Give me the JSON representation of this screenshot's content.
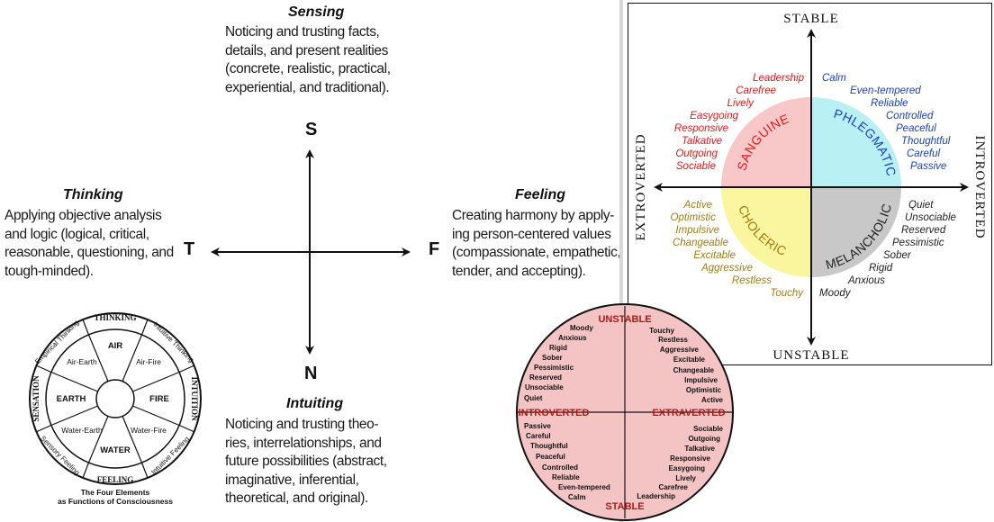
{
  "mbti": {
    "sensing": {
      "title": "Sensing",
      "lines": [
        "Noticing and trusting facts,",
        "details, and present realities",
        "(concrete, realistic, practical,",
        "experiential, and traditional)."
      ],
      "letter": "S"
    },
    "thinking": {
      "title": "Thinking",
      "lines": [
        "Applying objective analysis",
        "and logic (logical, critical,",
        "reasonable, questioning, and",
        "tough-minded)."
      ],
      "letter": "T"
    },
    "feeling": {
      "title": "Feeling",
      "lines": [
        "Creating harmony by apply-",
        "ing person-centered values",
        "(compassionate, empathetic,",
        "tender, and accepting)."
      ],
      "letter": "F"
    },
    "intuiting": {
      "title": "Intuiting",
      "lines": [
        "Noticing and trusting theo-",
        "ries, interrelationships, and",
        "future possibilities (abstract,",
        "imaginative, inferential,",
        "theoretical, and original)."
      ],
      "letter": "N"
    }
  },
  "elements_wheel": {
    "outer": [
      "THINKING",
      "INTUITION",
      "FEELING",
      "SENSATION"
    ],
    "diagonals": [
      "Empirical Thinking",
      "Intuitive Thinking",
      "Intuitive Feeling",
      "Sensory Feeling"
    ],
    "inner": [
      "AIR",
      "Air-Fire",
      "FIRE",
      "Water-Fire",
      "WATER",
      "Water-Earth",
      "EARTH",
      "Air-Earth"
    ],
    "caption": [
      "The Four Elements",
      "as Functions of Consciousness"
    ]
  },
  "temperament_quadrant": {
    "axis": {
      "top": "STABLE",
      "bottom": "UNSTABLE",
      "left": "EXTROVERTED",
      "right": "INTROVERTED"
    },
    "quadrants": {
      "sanguine": "SANGUINE",
      "phlegmatic": "PHLEGMATIC",
      "choleric": "CHOLERIC",
      "melancholic": "MELANCHOLIC"
    },
    "sanguine_traits": [
      "Leadership",
      "Carefree",
      "Lively",
      "Easygoing",
      "Responsive",
      "Talkative",
      "Outgoing",
      "Sociable"
    ],
    "phlegmatic_traits": [
      "Calm",
      "Even-tempered",
      "Reliable",
      "Controlled",
      "Peaceful",
      "Thoughtful",
      "Careful",
      "Passive"
    ],
    "choleric_traits": [
      "Active",
      "Optimistic",
      "Impulsive",
      "Changeable",
      "Excitable",
      "Aggressive",
      "Restless",
      "Touchy"
    ],
    "melancholic_traits": [
      "Quiet",
      "Unsociable",
      "Reserved",
      "Pessimistic",
      "Sober",
      "Rigid",
      "Anxious",
      "Moody"
    ],
    "colors": {
      "sanguine": "#f8c8c8",
      "phlegmatic": "#b8f0f4",
      "choleric": "#faf6a0",
      "melancholic": "#c8c8c8",
      "sanguine_text": "#e01818",
      "phlegmatic_text": "#1b3fbe",
      "choleric_text": "#a07a10",
      "melancholic_text": "#222222"
    }
  },
  "eysenck_circle": {
    "labels": {
      "top": "UNSTABLE",
      "bottom": "STABLE",
      "left": "INTROVERTED",
      "right": "EXTRAVERTED"
    },
    "upper_left": [
      "Moody",
      "Anxious",
      "Rigid",
      "Sober",
      "Pessimistic",
      "Reserved",
      "Unsociable",
      "Quiet"
    ],
    "upper_right": [
      "Touchy",
      "Restless",
      "Aggressive",
      "Excitable",
      "Changeable",
      "Impulsive",
      "Optimistic",
      "Active"
    ],
    "lower_left": [
      "Passive",
      "Careful",
      "Thoughtful",
      "Peaceful",
      "Controlled",
      "Reliable",
      "Even-tempered",
      "Calm"
    ],
    "lower_right": [
      "Sociable",
      "Outgoing",
      "Talkative",
      "Responsive",
      "Easygoing",
      "Lively",
      "Carefree",
      "Leadership"
    ],
    "colors": {
      "fill": "#f4c4c4",
      "label": "#b01818"
    }
  }
}
